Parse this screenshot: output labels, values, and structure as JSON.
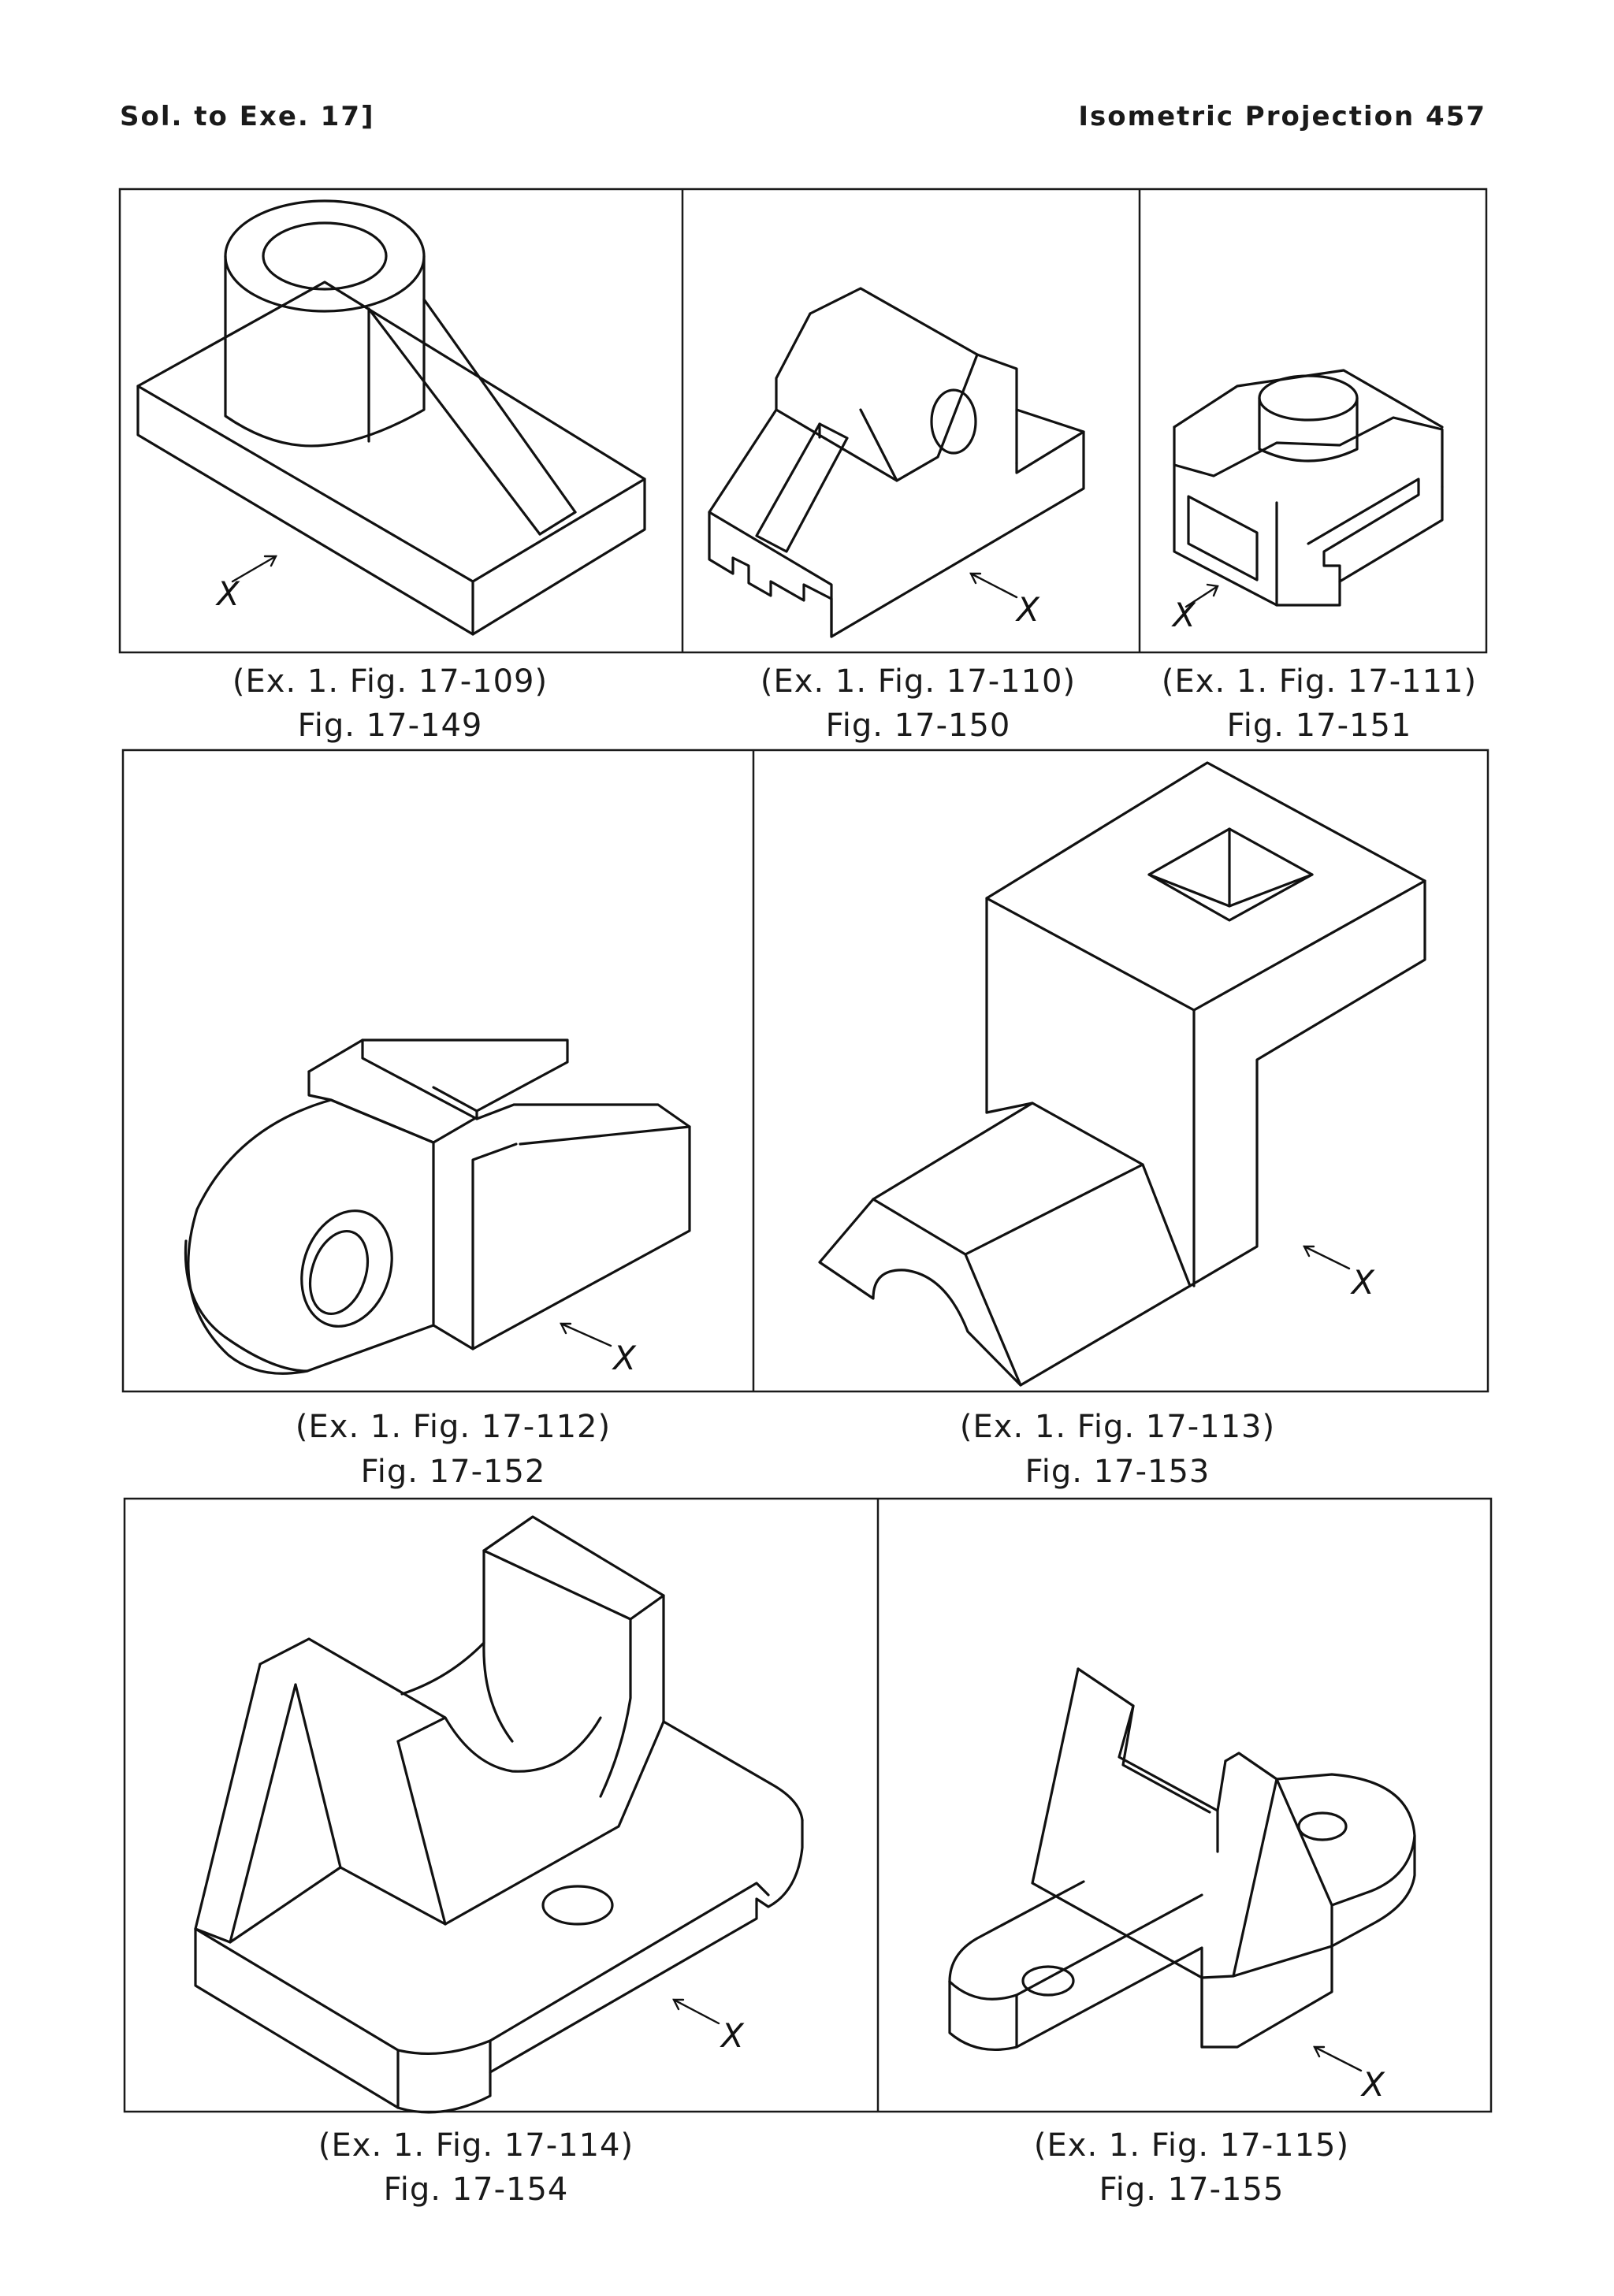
{
  "header": {
    "left": "Sol. to Exe. 17]",
    "right": "Isometric Projection  457"
  },
  "figures": [
    {
      "ex": "(Ex. 1. Fig. 17-109)",
      "fig": "Fig. 17-149",
      "view_mark": "X"
    },
    {
      "ex": "(Ex. 1. Fig. 17-110)",
      "fig": "Fig. 17-150",
      "view_mark": "X"
    },
    {
      "ex": "(Ex. 1. Fig. 17-111)",
      "fig": "Fig. 17-151",
      "view_mark": "X"
    },
    {
      "ex": "(Ex. 1. Fig. 17-112)",
      "fig": "Fig. 17-152",
      "view_mark": "X"
    },
    {
      "ex": "(Ex. 1. Fig. 17-113)",
      "fig": "Fig. 17-153",
      "view_mark": "X"
    },
    {
      "ex": "(Ex. 1. Fig. 17-114)",
      "fig": "Fig. 17-154",
      "view_mark": "X"
    },
    {
      "ex": "(Ex. 1. Fig. 17-115)",
      "fig": "Fig. 17-155",
      "view_mark": "X"
    }
  ]
}
